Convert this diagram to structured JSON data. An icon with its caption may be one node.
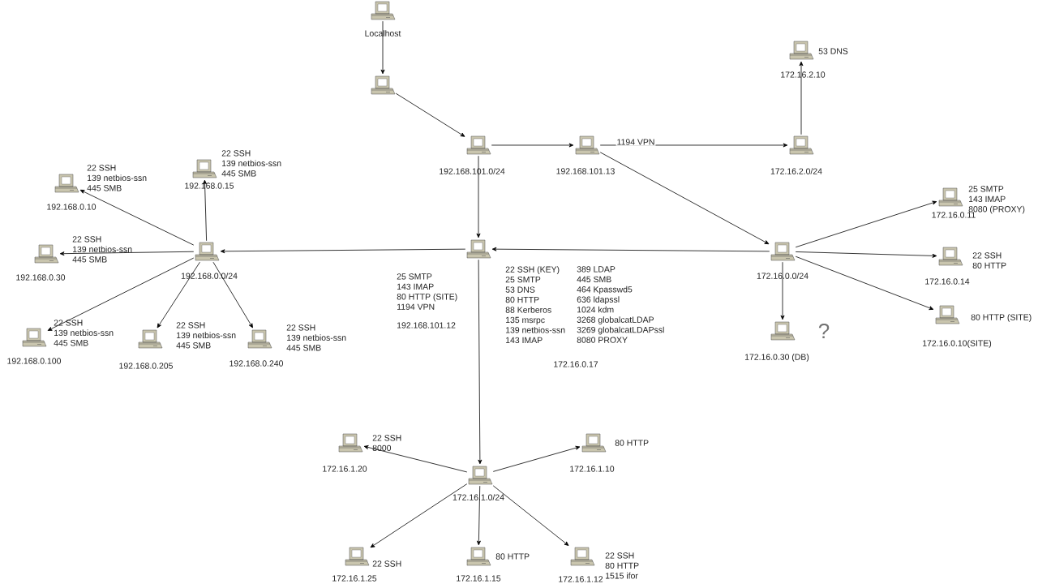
{
  "diagram": {
    "nodes": [
      {
        "text": [
          "Localhost"
        ]
      },
      {
        "text": [],
        "shape": "computer"
      },
      {
        "text": [
          "172.16.2.10"
        ],
        "beside": [
          "53 DNS"
        ]
      },
      {
        "text": [
          "192.168.101.0/24"
        ]
      },
      {
        "text": [
          "192.168.101.13"
        ]
      },
      {
        "text": [
          "172.16.2.0/24"
        ]
      },
      {
        "text": [
          "192.168.0.15"
        ],
        "beside": [
          "22 SSH",
          "139 netbios-ssn",
          "445 SMB"
        ]
      },
      {
        "text": [
          "192.168.0.10"
        ],
        "beside": [
          "22 SSH",
          "139 netbios-ssn",
          "445 SMB"
        ]
      },
      {
        "text": [
          "172.16.0.11"
        ],
        "beside": [
          "25 SMTP",
          "143 IMAP",
          "8080 (PROXY)"
        ]
      },
      {
        "text": [
          "192.168.0.0/24"
        ]
      },
      {
        "text": [
          "192.168.0.30"
        ],
        "beside": [
          "22 SSH",
          "139 netbios-ssn",
          "445 SMB"
        ]
      },
      {
        "text": [],
        "shape": "computer",
        "beside": [
          "25 SMTP",
          "143 IMAP",
          "80 HTTP (SITE)",
          "1194 VPN",
          "192.168.101.12",
          "22 SSH (KEY)",
          "25 SMTP",
          "53 DNS",
          "80 HTTP",
          "88 Kerberos",
          "135 msrpc",
          "139 netbios-ssn",
          "143 IMAP",
          "389 LDAP",
          "445 SMB",
          "464 Kpasswd5",
          "636 ldapssl",
          "1024 kdm",
          "3268 globalcatLDAP",
          "3269 globalcatLDAPssl",
          "8080 PROXY",
          "172.16.0.17"
        ]
      },
      {
        "text": [
          "172.16.0.0/24"
        ]
      },
      {
        "text": [
          "172.16.0.14"
        ],
        "beside": [
          "22 SSH",
          "80 HTTP"
        ]
      },
      {
        "text": [
          "172.16.0.30 (DB)"
        ],
        "beside": [
          "?"
        ]
      },
      {
        "text": [
          "172.16.0.10(SITE)"
        ],
        "beside": [
          "80 HTTP (SITE)"
        ]
      },
      {
        "text": [
          "192.168.0.100"
        ],
        "beside": [
          "22 SSH",
          "139 netbios-ssn",
          "445 SMB"
        ]
      },
      {
        "text": [
          "192.168.0.205"
        ],
        "beside": [
          "22 SSH",
          "139 netbios-ssn",
          "445 SMB"
        ]
      },
      {
        "text": [
          "192.168.0.240"
        ],
        "beside": [
          "22 SSH",
          "139 netbios-ssn",
          "445 SMB"
        ]
      },
      {
        "text": [
          "172.16.1.20"
        ],
        "beside": [
          "22 SSH",
          "8000"
        ]
      },
      {
        "text": [
          "172.16.1.10"
        ],
        "beside": [
          "80 HTTP"
        ]
      },
      {
        "text": [
          "172.16.1.0/24"
        ]
      },
      {
        "text": [
          "172.16.1.25"
        ],
        "beside": [
          "22 SSH"
        ]
      },
      {
        "text": [
          "172.16.1.15"
        ],
        "beside": [
          "80 HTTP"
        ]
      },
      {
        "text": [
          "172.16.1.12"
        ],
        "beside": [
          "22 SSH",
          "80 HTTP",
          "1515 ifor"
        ]
      }
    ],
    "edges": [
      {
        "from": 0,
        "to": 1,
        "arrow": "to"
      },
      {
        "from": 1,
        "to": 3,
        "arrow": "to"
      },
      {
        "from": 3,
        "to": 4,
        "arrow": "to"
      },
      {
        "from": 3,
        "to": 11,
        "arrow": "to"
      },
      {
        "from": 4,
        "to": 5,
        "arrow": "to",
        "label": "1194 VPN"
      },
      {
        "from": 5,
        "to": 2,
        "arrow": "to"
      },
      {
        "from": 4,
        "to": 12,
        "arrow": "to"
      },
      {
        "from": 12,
        "to": 11,
        "arrow": "to"
      },
      {
        "from": 11,
        "to": 9,
        "arrow": "to"
      },
      {
        "from": 9,
        "to": 6,
        "arrow": "to"
      },
      {
        "from": 9,
        "to": 7,
        "arrow": "to"
      },
      {
        "from": 9,
        "to": 10,
        "arrow": "to"
      },
      {
        "from": 9,
        "to": 16,
        "arrow": "to"
      },
      {
        "from": 9,
        "to": 17,
        "arrow": "to"
      },
      {
        "from": 9,
        "to": 18,
        "arrow": "to"
      },
      {
        "from": 12,
        "to": 8,
        "arrow": "to"
      },
      {
        "from": 12,
        "to": 13,
        "arrow": "to"
      },
      {
        "from": 12,
        "to": 15,
        "arrow": "to"
      },
      {
        "from": 12,
        "to": 14,
        "arrow": "to"
      },
      {
        "from": 11,
        "to": 21,
        "arrow": "to"
      },
      {
        "from": 21,
        "to": 19,
        "arrow": "to"
      },
      {
        "from": 21,
        "to": 20,
        "arrow": "to"
      },
      {
        "from": 21,
        "to": 22,
        "arrow": "to"
      },
      {
        "from": 21,
        "to": 23,
        "arrow": "to"
      },
      {
        "from": 21,
        "to": 24,
        "arrow": "to"
      }
    ]
  }
}
